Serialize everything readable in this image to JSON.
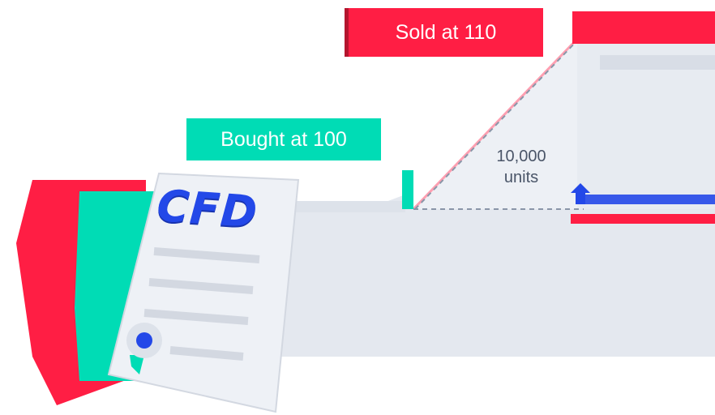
{
  "labels": {
    "sold": "Sold at 110",
    "bought": "Bought at 100",
    "units_number": "10,000",
    "units_word": "units"
  },
  "document": {
    "title": "CFD"
  },
  "colors": {
    "sell_red": "#ff1e44",
    "buy_teal": "#00dcb5",
    "cfd_blue": "#2348e8",
    "slab_grey": "#e4e8ef",
    "text_grey": "#4a5568"
  },
  "icons": {
    "seal": "seal-ribbon-icon",
    "up_arrow": "up-arrow-icon"
  }
}
